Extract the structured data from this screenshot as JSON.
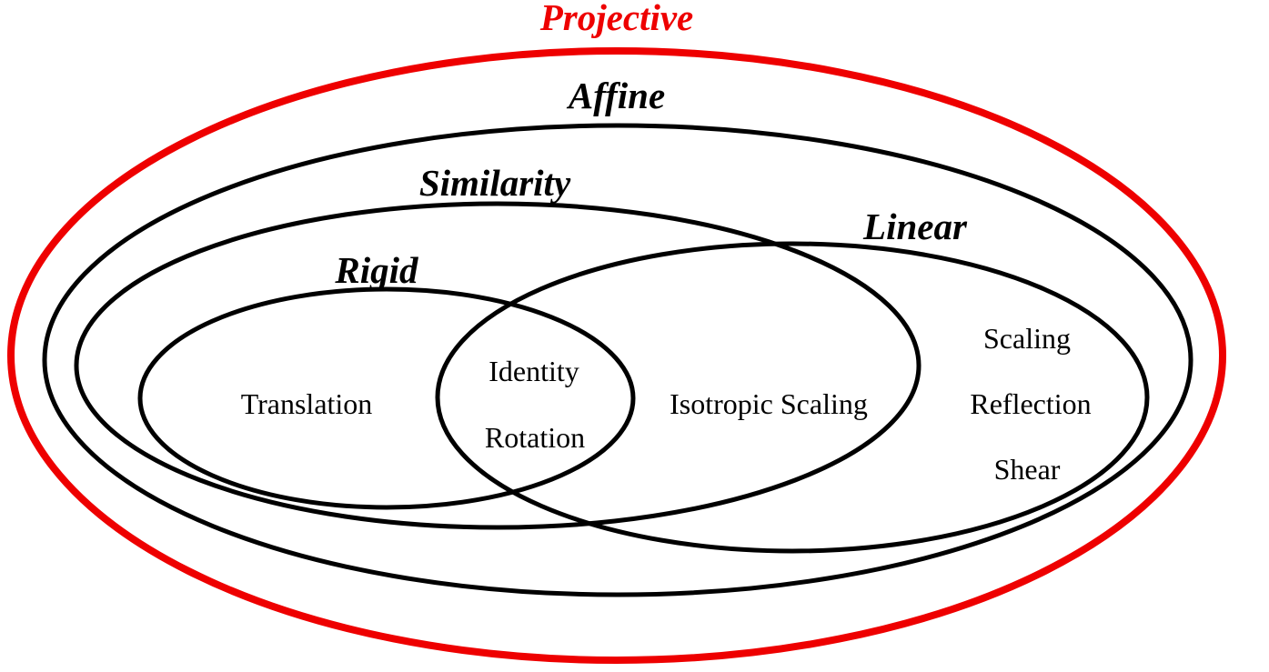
{
  "colors": {
    "background": "#ffffff",
    "outer_set": "#ee0000",
    "inner_sets": "#000000",
    "text": "#000000"
  },
  "sets": {
    "projective": {
      "title": "Projective",
      "color": "#ee0000"
    },
    "affine": {
      "title": "Affine"
    },
    "similarity": {
      "title": "Similarity"
    },
    "linear": {
      "title": "Linear"
    },
    "rigid": {
      "title": "Rigid"
    }
  },
  "members": {
    "rigid_only": [
      "Translation"
    ],
    "rigid_and_linear": [
      "Identity",
      "Rotation"
    ],
    "similarity_and_linear": [
      "Isotropic Scaling"
    ],
    "linear_only": [
      "Scaling",
      "Reflection",
      "Shear"
    ]
  }
}
